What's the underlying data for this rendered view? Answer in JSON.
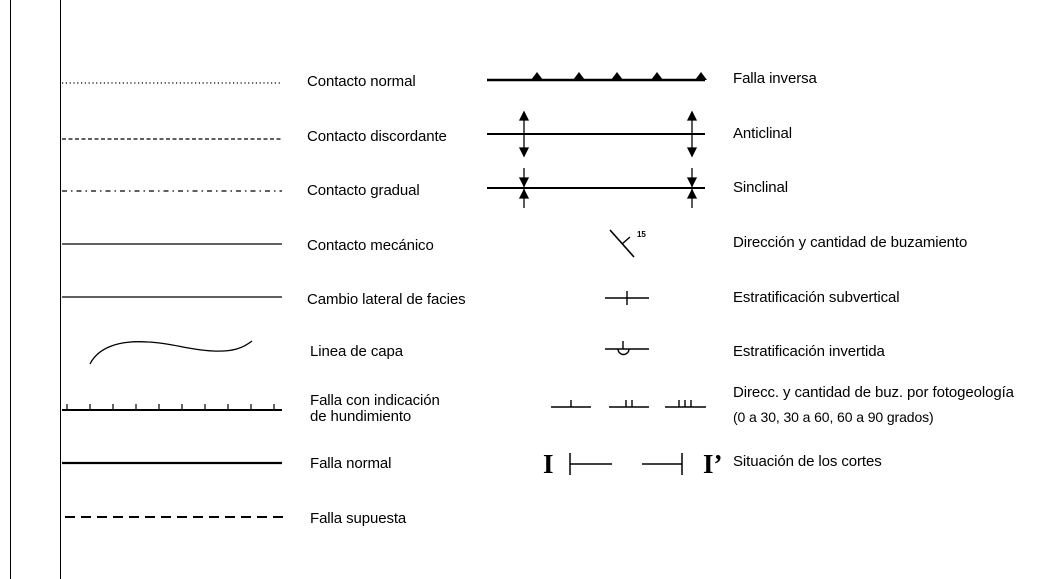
{
  "legend_left": [
    {
      "symbol": "dotted-line-icon",
      "label": "Contacto normal"
    },
    {
      "symbol": "dashed-line-icon",
      "label": "Contacto discordante"
    },
    {
      "symbol": "dash-dot-line-icon",
      "label": "Contacto gradual"
    },
    {
      "symbol": "solid-thin-line-icon",
      "label": "Contacto mecánico"
    },
    {
      "symbol": "solid-thin-line-icon",
      "label": "Cambio lateral de facies"
    },
    {
      "symbol": "curved-line-icon",
      "label": "Linea de capa"
    },
    {
      "symbol": "ticked-line-icon",
      "label_line1": "Falla con indicación",
      "label_line2": "de hundimiento"
    },
    {
      "symbol": "solid-thick-line-icon",
      "label": "Falla normal"
    },
    {
      "symbol": "long-dashed-line-icon",
      "label": "Falla supuesta"
    }
  ],
  "legend_right": [
    {
      "symbol": "thrust-fault-icon",
      "label": "Falla inversa"
    },
    {
      "symbol": "anticline-icon",
      "label": "Anticlinal"
    },
    {
      "symbol": "syncline-icon",
      "label": "Sinclinal"
    },
    {
      "symbol": "dip-symbol-icon",
      "dip_value": "15",
      "label": "Dirección y cantidad de buzamiento"
    },
    {
      "symbol": "subvertical-strike-icon",
      "label": "Estratificación subvertical"
    },
    {
      "symbol": "overturned-bedding-icon",
      "label": "Estratificación invertida"
    },
    {
      "symbol": "photogeology-dip-icon",
      "label_line1": "Direcc. y cantidad de buz. por fotogeología",
      "label_line2": "(0 a 30, 30 a 60, 60 a 90 grados)"
    },
    {
      "symbol": "cross-section-icon",
      "section_start": "I",
      "section_end": "I’",
      "label": "Situación de los cortes"
    }
  ]
}
